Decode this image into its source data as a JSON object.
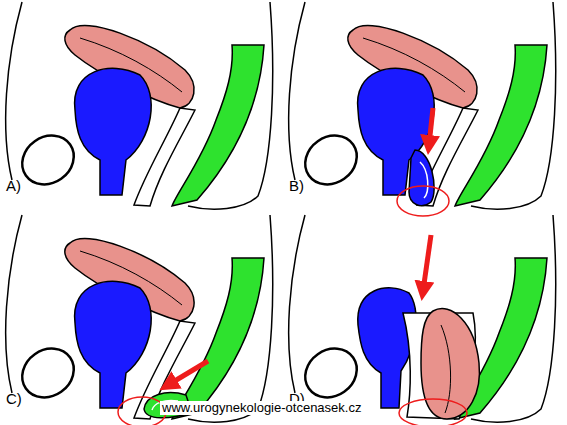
{
  "diagram": {
    "labels": [
      "A)",
      "B)",
      "C)",
      "D)",
      "www.urogynekologie-otcenasek.cz"
    ]
  }
}
